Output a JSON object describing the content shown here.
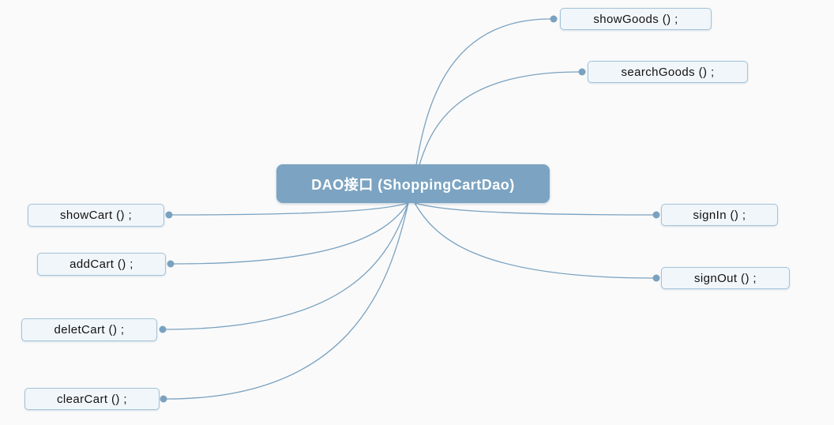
{
  "colors": {
    "background": "#fafafa",
    "root_fill": "#7ca4c2",
    "root_text": "#ffffff",
    "node_fill": "#f1f6fa",
    "node_border": "#a3c3da",
    "node_text": "#111111",
    "connector": "#7aa2c0"
  },
  "diagram": {
    "type": "mindmap",
    "root": {
      "label": "DAO接口 (ShoppingCartDao)"
    },
    "children": [
      {
        "label": "showGoods () ;",
        "side": "top-right"
      },
      {
        "label": "searchGoods () ;",
        "side": "top-right"
      },
      {
        "label": "signIn () ;",
        "side": "right"
      },
      {
        "label": "signOut () ;",
        "side": "right"
      },
      {
        "label": "showCart () ;",
        "side": "left"
      },
      {
        "label": "addCart () ;",
        "side": "left"
      },
      {
        "label": "deletCart () ;",
        "side": "left"
      },
      {
        "label": "clearCart () ;",
        "side": "left"
      }
    ]
  }
}
